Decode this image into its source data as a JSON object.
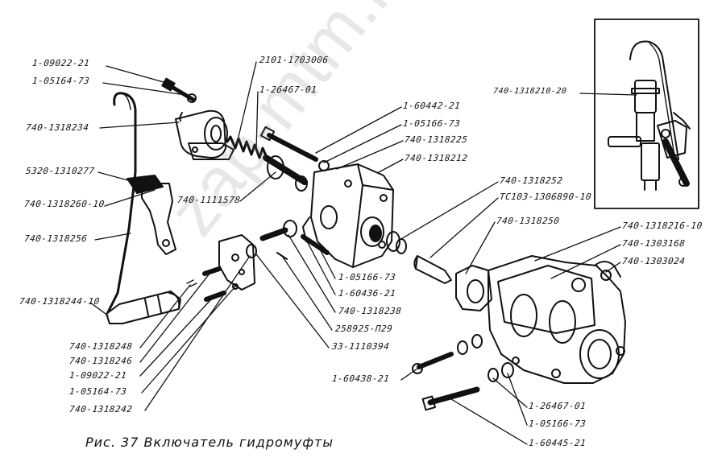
{
  "caption": "Рис. 37 Включатель гидромуфты",
  "watermark": "zap-mtm.ru",
  "labels": {
    "l_09022_21_top": "1-09022-21",
    "l_05164_73_top": "1-05164-73",
    "l_1318234": "740-1318234",
    "l_5320_1310277": "5320-1310277",
    "l_131826010": "740-1318260-10",
    "l_1318256": "740-1318256",
    "l_131824410": "740-1318244-10",
    "l_1318248": "740-1318248",
    "l_1318246": "740-1318246",
    "l_09022_21_bot": "1-09022-21",
    "l_05164_73_bot": "1-05164-73",
    "l_1318242": "740-1318242",
    "l_2101_1703006": "2101-1703006",
    "l_26467_01_top": "1-26467-01",
    "l_1111578": "740-1111578",
    "l_60442_21": "1-60442-21",
    "l_05166_73_top": "1-05166-73",
    "l_1318225": "740-1318225",
    "l_1318212": "740-1318212",
    "l_1318252": "740-1318252",
    "l_tc103": "TC103-1306890-10",
    "l_1318250": "740-1318250",
    "l_131821610": "740-1318216-10",
    "l_1303168": "740-1303168",
    "l_1303024": "740-1303024",
    "l_05166_73_mid": "1-05166-73",
    "l_60436_21": "1-60436-21",
    "l_1318238": "740-1318238",
    "l_258925": "258925-П29",
    "l_33_1110394": "33-1110394",
    "l_60438_21": "1-60438-21",
    "l_26467_01_bot": "1-26467-01",
    "l_05166_73_bot": "1-05166-73",
    "l_60445_21": "1-60445-21",
    "l_131821020": "740-1318210-20"
  }
}
